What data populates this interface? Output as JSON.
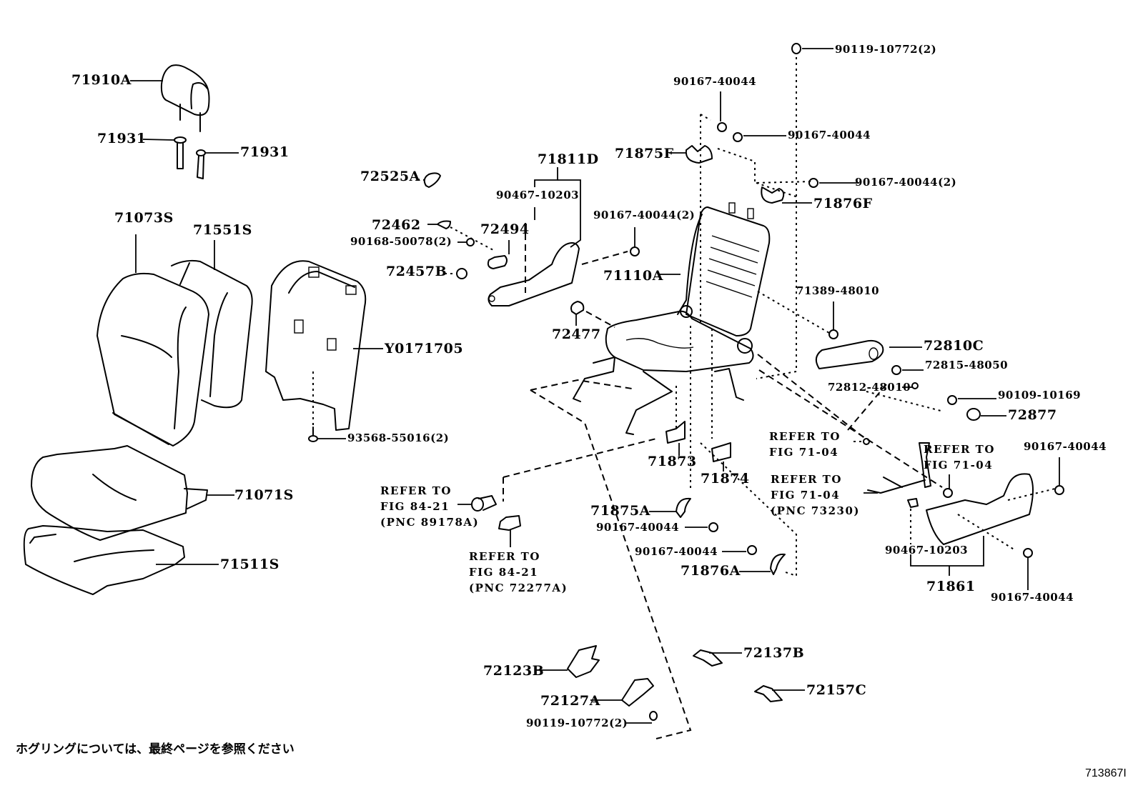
{
  "figure": {
    "title_code": "713867I",
    "footnote": "ホグリングについては、最終ページを参照ください"
  },
  "parts": {
    "p71910A": "71910A",
    "p71931_left": "71931",
    "p71931_right": "71931",
    "p72525A": "72525A",
    "p71073S": "71073S",
    "p71551S": "71551S",
    "p71071S": "71071S",
    "p71511S": "71511S",
    "pY0171705": "Y0171705",
    "p93568_55016": "93568-55016(2)",
    "p71811D": "71811D",
    "p90467_10203_top": "90467-10203",
    "p72462": "72462",
    "p90168_50078": "90168-50078(2)",
    "p72494": "72494",
    "p72457B": "72457B",
    "p72477": "72477",
    "p90167_40044_2_mid": "90167-40044(2)",
    "p71110A": "71110A",
    "p90119_10772_top": "90119-10772(2)",
    "p90167_40044_a": "90167-40044",
    "p90167_40044_b": "90167-40044",
    "p71875F": "71875F",
    "p90167_40044_2_right": "90167-40044(2)",
    "p71876F": "71876F",
    "p71389_48010": "71389-48010",
    "p72810C": "72810C",
    "p72815_48050": "72815-48050",
    "p72812_48010": "72812-48010",
    "p90109_10169": "90109-10169",
    "p72877": "72877",
    "p71873": "71873",
    "p71874": "71874",
    "p71875A": "71875A",
    "p90167_40044_c": "90167-40044",
    "p90167_40044_d": "90167-40044",
    "p71876A": "71876A",
    "p90167_40044_e": "90167-40044",
    "p90167_40044_f": "90167-40044",
    "p90467_10203_bottom": "90467-10203",
    "p71861": "71861",
    "p72123B": "72123B",
    "p72127A": "72127A",
    "p90119_10772_bottom": "90119-10772(2)",
    "p72137B": "72137B",
    "p72157C": "72157C"
  },
  "references": {
    "ref_fig_71_04_a": "REFER TO\nFIG 71-04",
    "ref_fig_71_04_b": "REFER TO\nFIG 71-04",
    "ref_fig_71_04_pnc": "REFER TO\nFIG 71-04\n(PNC 73230)",
    "ref_fig_84_21_89178A": "REFER TO\nFIG 84-21\n(PNC 89178A)",
    "ref_fig_84_21_72277A": "REFER TO\nFIG 84-21\n(PNC 72277A)"
  }
}
